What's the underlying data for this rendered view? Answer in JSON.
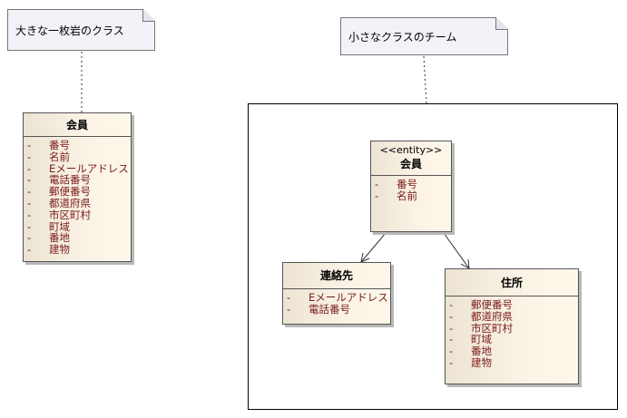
{
  "notes": {
    "left": "大きな一枚岩のクラス",
    "right": "小さなクラスのチーム"
  },
  "classes": {
    "monolith": {
      "name": "会員",
      "attributes": [
        {
          "vis": "-",
          "name": "番号"
        },
        {
          "vis": "-",
          "name": "名前"
        },
        {
          "vis": "-",
          "name": "Eメールアドレス"
        },
        {
          "vis": "-",
          "name": "電話番号"
        },
        {
          "vis": "-",
          "name": "郵便番号"
        },
        {
          "vis": "-",
          "name": "都道府県"
        },
        {
          "vis": "-",
          "name": "市区町村"
        },
        {
          "vis": "-",
          "name": "町域"
        },
        {
          "vis": "-",
          "name": "番地"
        },
        {
          "vis": "-",
          "name": "建物"
        }
      ]
    },
    "entity_member": {
      "stereotype": "<<entity>>",
      "name": "会員",
      "attributes": [
        {
          "vis": "-",
          "name": "番号"
        },
        {
          "vis": "-",
          "name": "名前"
        }
      ]
    },
    "contact": {
      "name": "連絡先",
      "attributes": [
        {
          "vis": "-",
          "name": "Eメールアドレス"
        },
        {
          "vis": "-",
          "name": "電話番号"
        }
      ]
    },
    "address": {
      "name": "住所",
      "attributes": [
        {
          "vis": "-",
          "name": "郵便番号"
        },
        {
          "vis": "-",
          "name": "都道府県"
        },
        {
          "vis": "-",
          "name": "市区町村"
        },
        {
          "vis": "-",
          "name": "町域"
        },
        {
          "vis": "-",
          "name": "番地"
        },
        {
          "vis": "-",
          "name": "建物"
        }
      ]
    }
  }
}
